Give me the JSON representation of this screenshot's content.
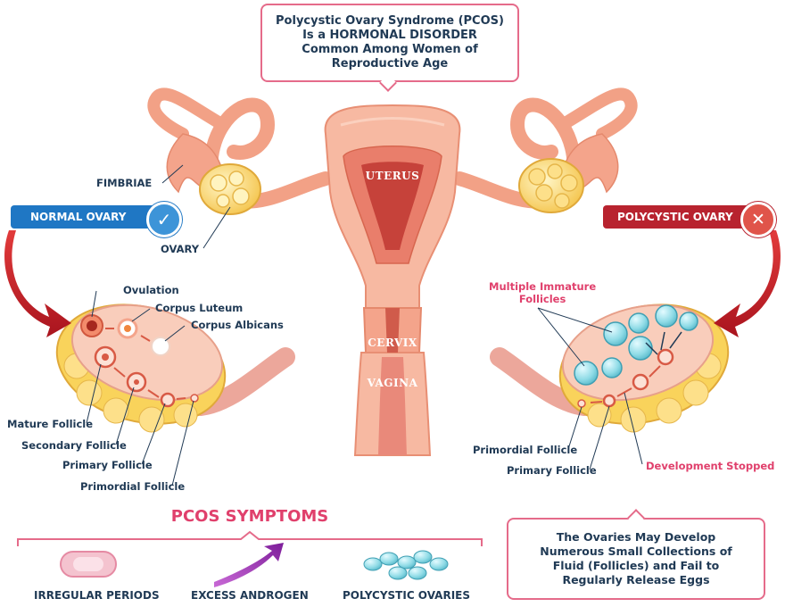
{
  "header": {
    "line1": "Polycystic Ovary Syndrome (PCOS)",
    "line2": "Is a HORMONAL DISORDER",
    "line3": "Common Among Women of",
    "line4": "Reproductive Age"
  },
  "anatomy": {
    "uterus": "UTERUS",
    "cervix": "CERVIX",
    "vagina": "VAGINA",
    "fimbriae": "FIMBRIAE",
    "ovary": "OVARY"
  },
  "normal": {
    "badge": "NORMAL OVARY",
    "ovulation": "Ovulation",
    "corpus_luteum": "Corpus Luteum",
    "corpus_albicans": "Corpus Albicans",
    "mature_follicle": "Mature Follicle",
    "secondary_follicle": "Secondary Follicle",
    "primary_follicle": "Primary Follicle",
    "primordial_follicle": "Primordial Follicle"
  },
  "polycystic": {
    "badge": "POLYCYSTIC OVARY",
    "multiple_line1": "Multiple Immature",
    "multiple_line2": "Follicles",
    "primordial_follicle": "Primordial Follicle",
    "primary_follicle": "Primary Follicle",
    "development_stopped": "Development Stopped"
  },
  "symptoms": {
    "title": "PCOS SYMPTOMS",
    "items": [
      "IRREGULAR PERIODS",
      "EXCESS ANDROGEN",
      "POLYCYSTIC OVARIES"
    ]
  },
  "info": {
    "line1": "The Ovaries May Develop",
    "line2": "Numerous Small Collections of",
    "line3": "Fluid (Follicles) and Fail to",
    "line4": "Regularly Release Eggs"
  },
  "colors": {
    "navy": "#203a55",
    "blue_badge": "#1f77c4",
    "red_badge": "#b8232f",
    "pink_accent": "#e0406c",
    "tissue": "#f4a48b"
  }
}
